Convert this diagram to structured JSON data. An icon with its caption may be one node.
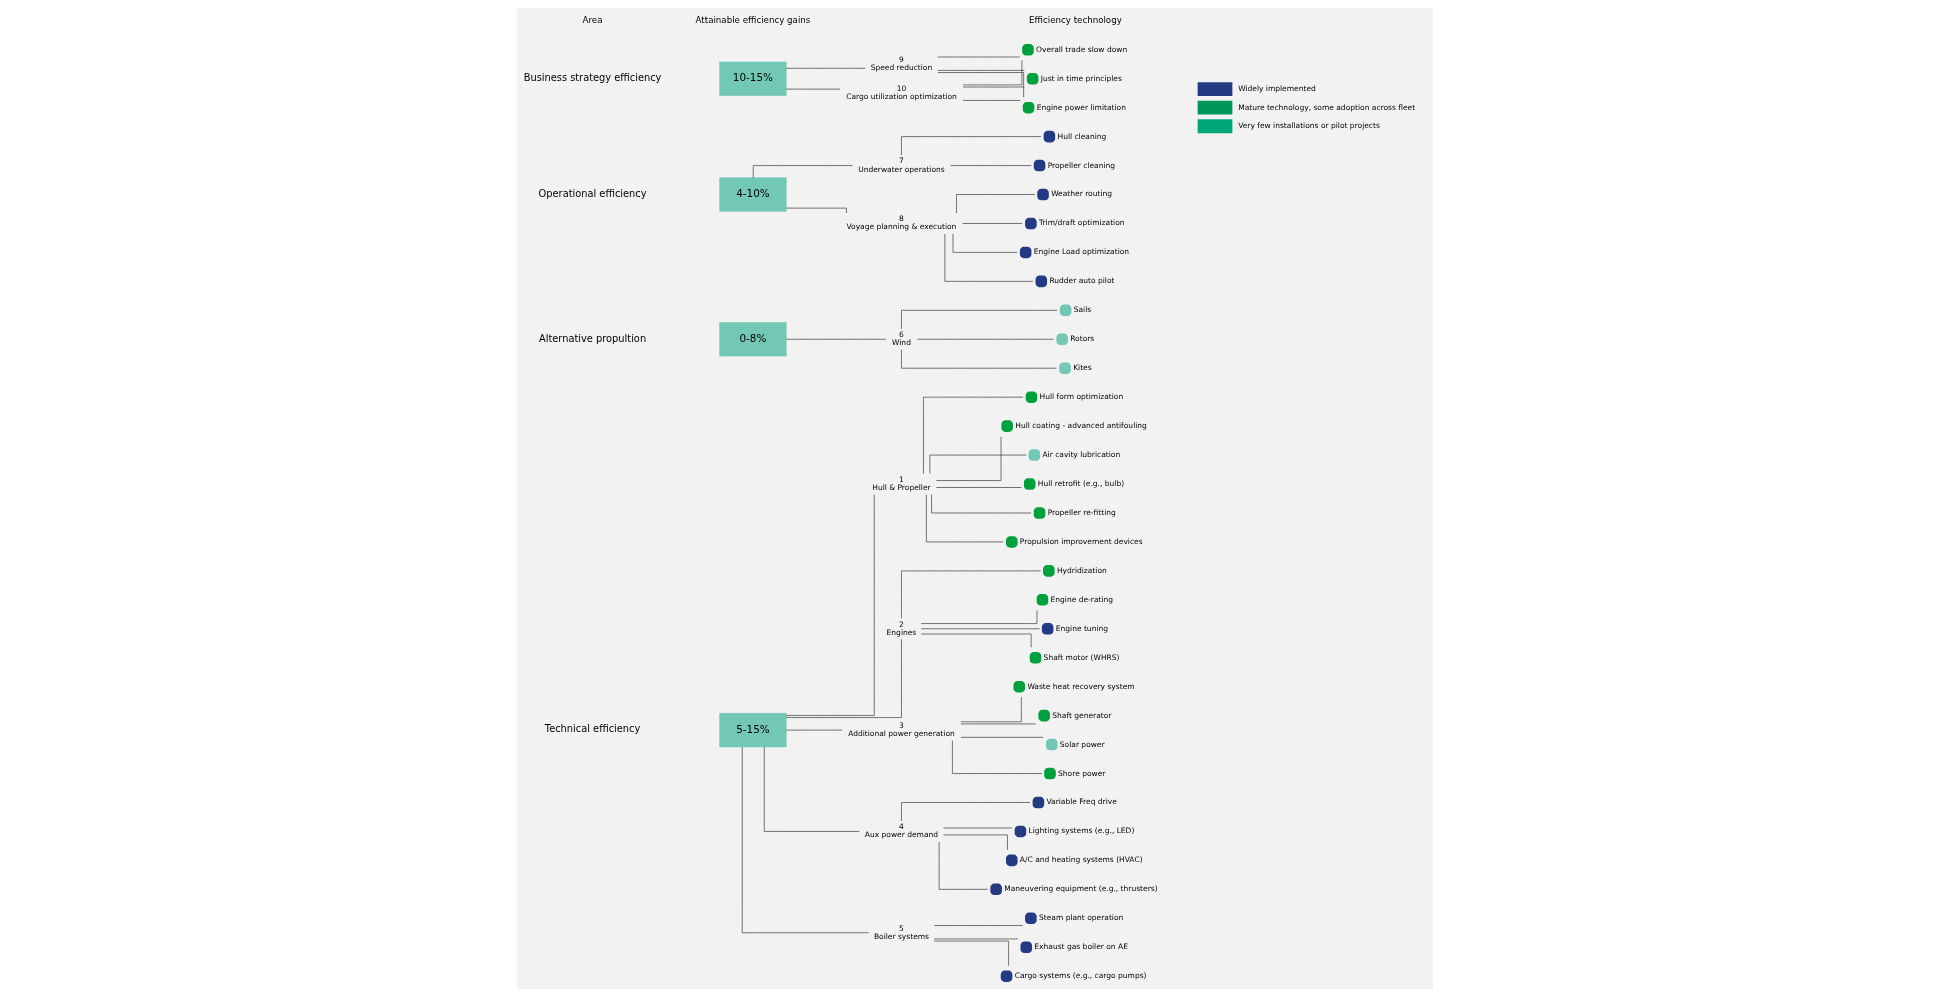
{
  "diagram": {
    "nodes": [
      {
        "text": [
          "5-15%"
        ]
      },
      {
        "text": [
          "1",
          "Hull & Propeller"
        ]
      },
      {
        "text": [
          "2",
          "Engines"
        ]
      },
      {
        "text": [
          "3",
          "Additional power generation"
        ]
      },
      {
        "text": [
          "4",
          "Aux power demand"
        ]
      },
      {
        "text": [
          "5",
          "Boiler systems"
        ]
      },
      {
        "text": [],
        "shape": "circle",
        "beside": [
          "Waste heat recovery system"
        ]
      },
      {
        "text": [],
        "shape": "circle",
        "beside": [
          "Shaft generator"
        ]
      },
      {
        "text": [],
        "shape": "circle",
        "beside": [
          "Solar power"
        ]
      },
      {
        "text": [],
        "shape": "circle",
        "beside": [
          "Shore power"
        ]
      },
      {
        "text": [],
        "shape": "circle",
        "beside": [
          "Hydridization"
        ]
      },
      {
        "text": [],
        "shape": "circle",
        "beside": [
          "Engine de-rating"
        ]
      },
      {
        "text": [],
        "shape": "circle",
        "beside": [
          "Engine tuning"
        ]
      },
      {
        "text": [],
        "shape": "circle",
        "beside": [
          "Shaft motor (WHRS)"
        ]
      },
      {
        "text": [],
        "shape": "circle",
        "beside": [
          "Variable Freq drive"
        ]
      },
      {
        "text": [],
        "shape": "circle",
        "beside": [
          "Lighting systems (e.g., LED)"
        ]
      },
      {
        "text": [],
        "shape": "circle",
        "beside": [
          "A/C and heating systems (HVAC)"
        ]
      },
      {
        "text": [],
        "shape": "circle",
        "beside": [
          "Maneuvering equipment (e.g., thrusters)"
        ]
      },
      {
        "text": [],
        "shape": "circle",
        "beside": [
          "Hull form optimization"
        ]
      },
      {
        "text": [],
        "shape": "circle",
        "beside": [
          "Hull coating - advanced antifouling"
        ]
      },
      {
        "text": [],
        "shape": "circle",
        "beside": [
          "Air cavity lubrication"
        ]
      },
      {
        "text": [],
        "shape": "circle",
        "beside": [
          "Hull retrofit (e.g., bulb)"
        ]
      },
      {
        "text": [],
        "shape": "circle",
        "beside": [
          "Propeller re-fitting"
        ]
      },
      {
        "text": [],
        "shape": "circle",
        "beside": [
          "Propulsion improvement devices"
        ]
      },
      {
        "text": [],
        "shape": "circle",
        "beside": [
          "Steam plant operation"
        ]
      },
      {
        "text": [],
        "shape": "circle",
        "beside": [
          "Exhaust gas boiler on AE"
        ]
      },
      {
        "text": [],
        "shape": "circle",
        "beside": [
          "Cargo systems (e.g., cargo pumps)"
        ]
      },
      {
        "text": [
          "0-8%"
        ]
      },
      {
        "text": [
          "6",
          "Wind"
        ]
      },
      {
        "text": [],
        "shape": "circle",
        "beside": [
          "Sails"
        ]
      },
      {
        "text": [],
        "shape": "circle",
        "beside": [
          "Rotors"
        ]
      },
      {
        "text": [],
        "shape": "circle",
        "beside": [
          "Kites"
        ]
      },
      {
        "text": [
          "4-10%"
        ]
      },
      {
        "text": [
          "7",
          "Underwater operations"
        ]
      },
      {
        "text": [
          "8",
          "Voyage planning & execution"
        ]
      },
      {
        "text": [],
        "shape": "circle",
        "beside": [
          "Hull cleaning"
        ]
      },
      {
        "text": [],
        "shape": "circle",
        "beside": [
          "Propeller cleaning"
        ]
      },
      {
        "text": [],
        "shape": "circle",
        "beside": [
          "Weather routing"
        ]
      },
      {
        "text": [],
        "shape": "circle",
        "beside": [
          "Trim/draft optimization"
        ]
      },
      {
        "text": [],
        "shape": "circle",
        "beside": [
          "Engine Load optimization"
        ]
      },
      {
        "text": [],
        "shape": "circle",
        "beside": [
          "Rudder auto pilot"
        ]
      },
      {
        "text": [
          "10-15%"
        ]
      },
      {
        "text": [
          "9",
          "Speed reduction"
        ]
      },
      {
        "text": [
          "10",
          "Cargo utilization optimization"
        ]
      },
      {
        "text": [],
        "shape": "circle",
        "beside": [
          "Overall trade slow down"
        ]
      },
      {
        "text": [],
        "shape": "circle",
        "beside": [
          "Just in time principles"
        ]
      },
      {
        "text": [],
        "shape": "circle",
        "beside": [
          "Engine power limitation"
        ]
      }
    ],
    "edges": [
      {
        "from": 0,
        "to": 1,
        "arrow": "none"
      },
      {
        "from": 0,
        "to": 2,
        "arrow": "none"
      },
      {
        "from": 0,
        "to": 3,
        "arrow": "none"
      },
      {
        "from": 0,
        "to": 4,
        "arrow": "none"
      },
      {
        "from": 0,
        "to": 5,
        "arrow": "none"
      },
      {
        "from": 1,
        "to": 18,
        "arrow": "none"
      },
      {
        "from": 1,
        "to": 19,
        "arrow": "none"
      },
      {
        "from": 1,
        "to": 20,
        "arrow": "none"
      },
      {
        "from": 1,
        "to": 21,
        "arrow": "none"
      },
      {
        "from": 1,
        "to": 22,
        "arrow": "none"
      },
      {
        "from": 1,
        "to": 23,
        "arrow": "none"
      },
      {
        "from": 2,
        "to": 10,
        "arrow": "none"
      },
      {
        "from": 2,
        "to": 11,
        "arrow": "none"
      },
      {
        "from": 2,
        "to": 12,
        "arrow": "none"
      },
      {
        "from": 2,
        "to": 13,
        "arrow": "none"
      },
      {
        "from": 3,
        "to": 6,
        "arrow": "none"
      },
      {
        "from": 3,
        "to": 7,
        "arrow": "none"
      },
      {
        "from": 3,
        "to": 8,
        "arrow": "none"
      },
      {
        "from": 3,
        "to": 9,
        "arrow": "none"
      },
      {
        "from": 4,
        "to": 14,
        "arrow": "none"
      },
      {
        "from": 4,
        "to": 15,
        "arrow": "none"
      },
      {
        "from": 4,
        "to": 16,
        "arrow": "none"
      },
      {
        "from": 4,
        "to": 17,
        "arrow": "none"
      },
      {
        "from": 5,
        "to": 24,
        "arrow": "none"
      },
      {
        "from": 5,
        "to": 25,
        "arrow": "none"
      },
      {
        "from": 5,
        "to": 26,
        "arrow": "none"
      },
      {
        "from": 27,
        "to": 28,
        "arrow": "none"
      },
      {
        "from": 28,
        "to": 29,
        "arrow": "none"
      },
      {
        "from": 28,
        "to": 30,
        "arrow": "none"
      },
      {
        "from": 28,
        "to": 31,
        "arrow": "none"
      },
      {
        "from": 32,
        "to": 33,
        "arrow": "none"
      },
      {
        "from": 32,
        "to": 34,
        "arrow": "none"
      },
      {
        "from": 33,
        "to": 35,
        "arrow": "none"
      },
      {
        "from": 33,
        "to": 36,
        "arrow": "none"
      },
      {
        "from": 34,
        "to": 37,
        "arrow": "none"
      },
      {
        "from": 34,
        "to": 38,
        "arrow": "none"
      },
      {
        "from": 34,
        "to": 39,
        "arrow": "none"
      },
      {
        "from": 34,
        "to": 40,
        "arrow": "none"
      },
      {
        "from": 41,
        "to": 42,
        "arrow": "none"
      },
      {
        "from": 41,
        "to": 43,
        "arrow": "none"
      },
      {
        "from": 42,
        "to": 44,
        "arrow": "none"
      },
      {
        "from": 42,
        "to": 45,
        "arrow": "none"
      },
      {
        "from": 42,
        "to": 46,
        "arrow": "none"
      },
      {
        "from": 43,
        "to": 44,
        "arrow": "none"
      },
      {
        "from": 43,
        "to": 45,
        "arrow": "none"
      },
      {
        "from": 43,
        "to": 46,
        "arrow": "none"
      }
    ],
    "labels": [
      "Area",
      "Attainable efficiency gains",
      "Efficiency technology",
      "Technical efficiency",
      "Alternative propultion",
      "Operational efficiency",
      "Business strategy efficiency"
    ],
    "legend": [
      {
        "text": "Widely implemented",
        "color": "#243a82"
      },
      {
        "text": "Mature technology, some adoption across fleet",
        "color": "#00955a"
      },
      {
        "text": "Very few installations or pilot projects",
        "color": "#00a878"
      }
    ]
  }
}
